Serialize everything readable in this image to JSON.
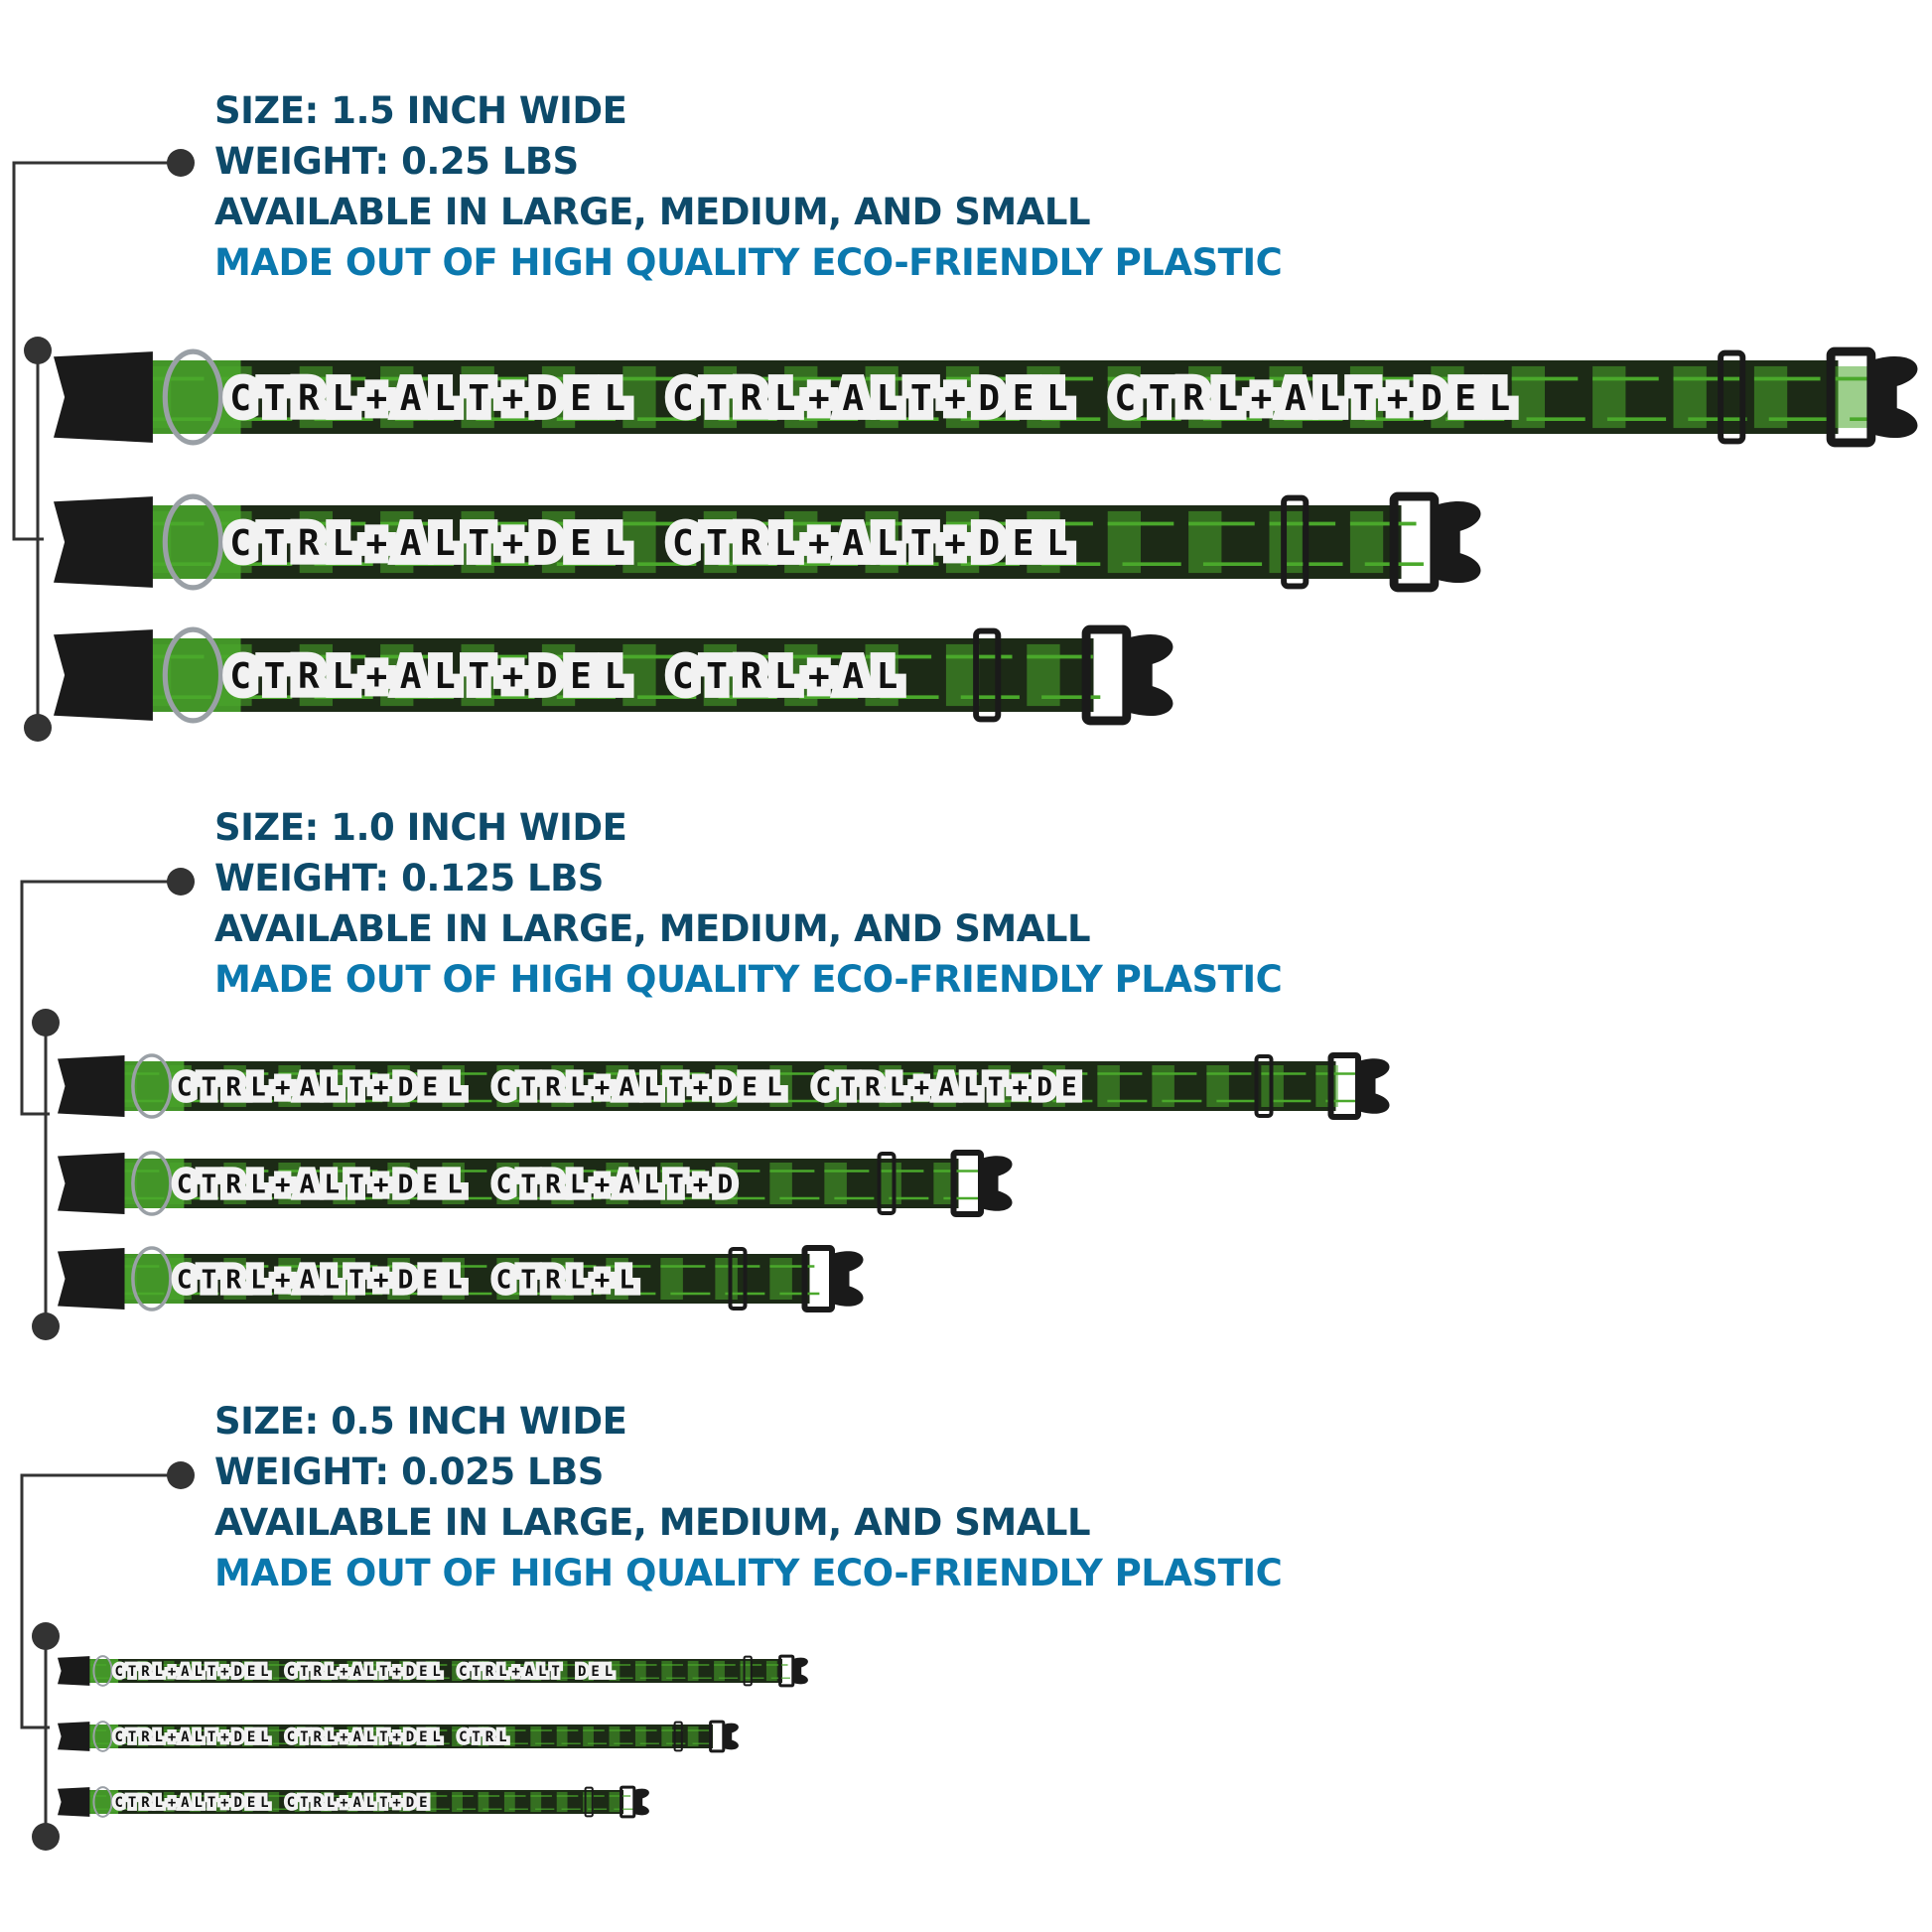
{
  "colors": {
    "spec_text": "#0d4a6a",
    "spec_accent": "#0b78ae",
    "bracket": "#333333",
    "strap_green": "#4aa82b",
    "strap_dark": "#1c2a16",
    "buckle": "#1a1a1a",
    "key_fill": "#f2f2f2"
  },
  "groups": [
    {
      "size": "SIZE: 1.5 INCH WIDE",
      "weight": "WEIGHT: 0.25 LBS",
      "availability": "AVAILABLE IN LARGE, MEDIUM, AND SMALL",
      "material": "MADE OUT OF HIGH QUALITY ECO-FRIENDLY PLASTIC",
      "collars": [
        {
          "size_name": "large",
          "text": "CTRL+ALT+DEL  CTRL+ALT+DEL  CTRL+ALT+DEL"
        },
        {
          "size_name": "medium",
          "text": "CTRL+ALT+DEL  CTRL+ALT+DEL"
        },
        {
          "size_name": "small",
          "text": "CTRL+ALT+DEL  CTRL+AL"
        }
      ]
    },
    {
      "size": "SIZE: 1.0 INCH WIDE",
      "weight": "WEIGHT: 0.125 LBS",
      "availability": "AVAILABLE IN LARGE, MEDIUM, AND SMALL",
      "material": "MADE OUT OF HIGH QUALITY ECO-FRIENDLY PLASTIC",
      "collars": [
        {
          "size_name": "large",
          "text": "CTRL+ALT+DEL  CTRL+ALT+DEL  CTRL+ALT+DE"
        },
        {
          "size_name": "medium",
          "text": "CTRL+ALT+DEL  CTRL+ALT+D"
        },
        {
          "size_name": "small",
          "text": "CTRL+ALT+DEL  CTRL+L"
        }
      ]
    },
    {
      "size": "SIZE: 0.5 INCH WIDE",
      "weight": "WEIGHT: 0.025 LBS",
      "availability": "AVAILABLE IN LARGE, MEDIUM, AND SMALL",
      "material": "MADE OUT OF HIGH QUALITY ECO-FRIENDLY PLASTIC",
      "collars": [
        {
          "size_name": "large",
          "text": "CTRL+ALT+DEL  CTRL+ALT+DEL  CTRL+ALT DEL"
        },
        {
          "size_name": "medium",
          "text": "CTRL+ALT+DEL  CTRL+ALT+DEL  CTRL"
        },
        {
          "size_name": "small",
          "text": "CTRL+ALT+DEL  CTRL+ALT+DE"
        }
      ]
    }
  ]
}
